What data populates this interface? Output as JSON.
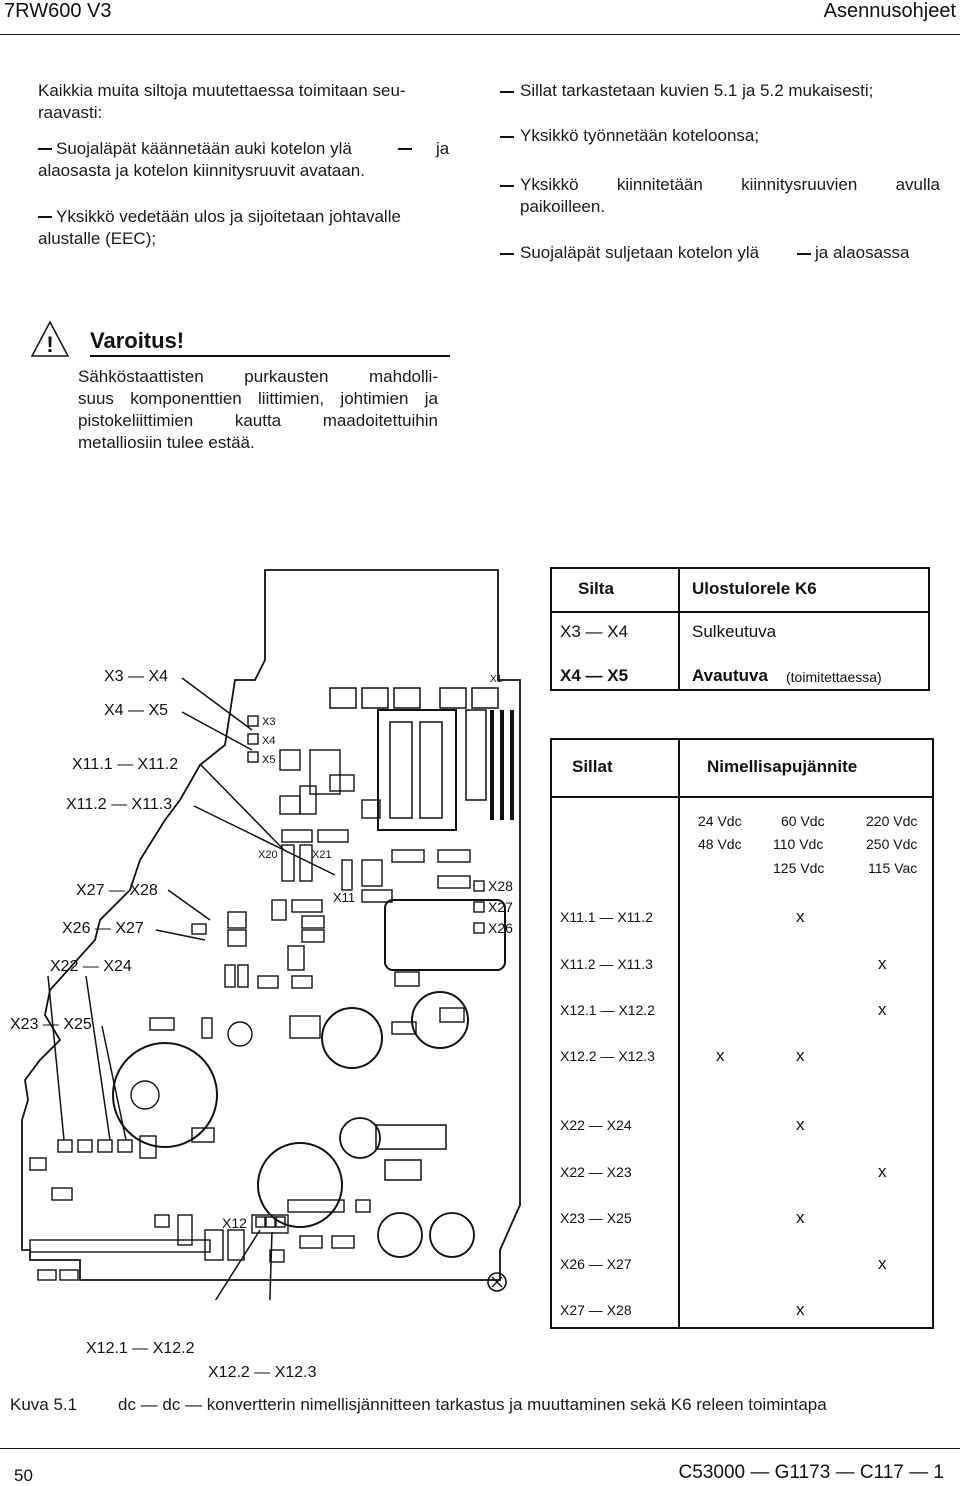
{
  "header": {
    "doc_code": "7RW600 V3",
    "section": "Asennusohjeet"
  },
  "left_column": {
    "intro": "Kaikkia muita siltoja muutettaessa toimitaan seu-raavasti:",
    "intro_l1": "Kaikkia muita siltoja muutettaessa toimitaan seu-",
    "intro_l2": "raavasti:",
    "step1_l1": "Suojaläpät käännetään auki kotelon ylä",
    "step1_l1b": "ja",
    "step1_l2": "alaosasta ja kotelon kiinnitysruuvit avataan.",
    "step2_l1": "Yksikkö vedetään ulos ja sijoitetaan johtavalle",
    "step2_l2": "alustalle (EEC);"
  },
  "right_column": {
    "step1": "Sillat tarkastetaan kuvien 5.1 ja 5.2 mukaisesti;",
    "step2": "Yksikkö työnnetään koteloonsa;",
    "step3_l1": "Yksikkö kiinnitetään kiinnitysruuvien avulla",
    "step3_l2": "paikoilleen.",
    "step4_a": "Suojaläpät suljetaan kotelon ylä",
    "step4_b": "ja alaosassa"
  },
  "warning": {
    "symbol": "!",
    "title": "Varoitus!",
    "l1": "Sähköstaattisten purkausten mahdolli-",
    "l2": "suus komponenttien liittimien, johtimien ja",
    "l3": "pistokeliittimien kautta maadoitettuihin",
    "l4": "metalliosiin tulee estää."
  },
  "relay_table": {
    "col1_header": "Silta",
    "col2_header": "Ulostulorele K6",
    "rows": [
      {
        "bridge": "X3 — X4",
        "state": "Sulkeutuva",
        "bold": false,
        "note": ""
      },
      {
        "bridge": "X4 — X5",
        "state": "Avautuva",
        "bold": true,
        "note": "(toimitettaessa)"
      }
    ]
  },
  "voltage_table": {
    "col1_header": "Sillat",
    "col2_header": "Nimellisapujännite",
    "voltage_cols": [
      [
        "24 Vdc",
        "48 Vdc"
      ],
      [
        "60 Vdc",
        "110 Vdc",
        "125 Vdc"
      ],
      [
        "220 Vdc",
        "250 Vdc",
        "115 Vac"
      ]
    ],
    "rows": [
      {
        "bridge": "X11.1 — X11.2",
        "marks": [
          "",
          "x",
          ""
        ]
      },
      {
        "bridge": "X11.2 — X11.3",
        "marks": [
          "",
          "",
          "x"
        ]
      },
      {
        "bridge": "X12.1 — X12.2",
        "marks": [
          "",
          "",
          "x"
        ]
      },
      {
        "bridge": "X12.2 — X12.3",
        "marks": [
          "x",
          "x",
          ""
        ]
      },
      {
        "bridge": "X22 — X24",
        "marks": [
          "",
          "x",
          ""
        ]
      },
      {
        "bridge": "X22 — X23",
        "marks": [
          "",
          "",
          "x"
        ]
      },
      {
        "bridge": "X23 — X25",
        "marks": [
          "",
          "x",
          ""
        ]
      },
      {
        "bridge": "X26 — X27",
        "marks": [
          "",
          "",
          "x"
        ]
      },
      {
        "bridge": "X27 — X28",
        "marks": [
          "",
          "x",
          ""
        ]
      }
    ]
  },
  "diagram_labels": {
    "x3x4": "X3 — X4",
    "x4x5": "X4 — X5",
    "x111x112": "X11.1 — X11.2",
    "x112x113": "X11.2 — X11.3",
    "x27x28": "X27 — X28",
    "x26x27": "X26 — X27",
    "x22x24": "X22 — X24",
    "x23x25": "X23 — X25",
    "x121x122": "X12.1 — X12.2",
    "x122x123": "X12.2 — X12.3",
    "pin_x3": "X3",
    "pin_x4": "X4",
    "pin_x5": "X5",
    "pin_x20": "X20",
    "pin_x21": "X21",
    "pin_x11": "X11",
    "pin_x28": "X28",
    "pin_x27": "X27",
    "pin_x26": "X26",
    "pin_x12": "X12",
    "pin_x1": "X1"
  },
  "caption": {
    "label": "Kuva 5.1",
    "text": "dc — dc — konvertterin nimellisjännitteen tarkastus ja muuttaminen sekä K6 releen toimintapa"
  },
  "footer": {
    "page": "50",
    "doc_ref": "C53000 — G1173 — C117 — 1"
  }
}
